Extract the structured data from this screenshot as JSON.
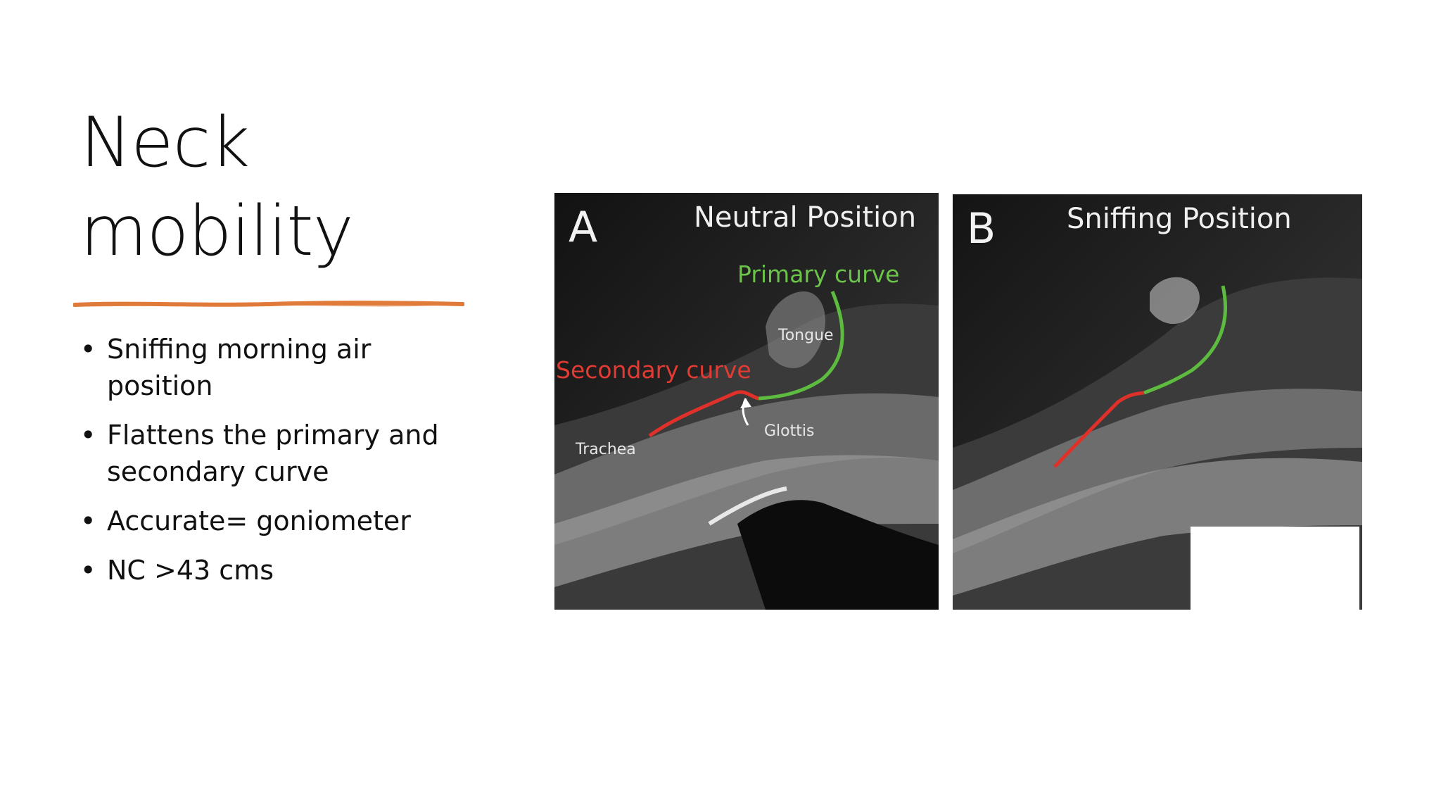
{
  "slide": {
    "title_lines": [
      "Neck",
      "mobility"
    ],
    "accent_color": "#E07B39",
    "bullets": [
      "Sniffing morning air position",
      "Flattens the primary and secondary curve",
      "Accurate=  goniometer",
      "NC >43 cms"
    ],
    "bullet_glyph": "•"
  },
  "figure": {
    "panel_a": {
      "letter": "A",
      "title": "Neutral Position",
      "labels": {
        "primary_curve": "Primary curve",
        "secondary_curve": "Secondary curve",
        "tongue": "Tongue",
        "glottis": "Glottis",
        "trachea": "Trachea"
      }
    },
    "panel_b": {
      "letter": "B",
      "title": "Sniffing Position"
    },
    "colors": {
      "primary_curve": "#5DBB3F",
      "secondary_curve": "#E0302A"
    }
  }
}
